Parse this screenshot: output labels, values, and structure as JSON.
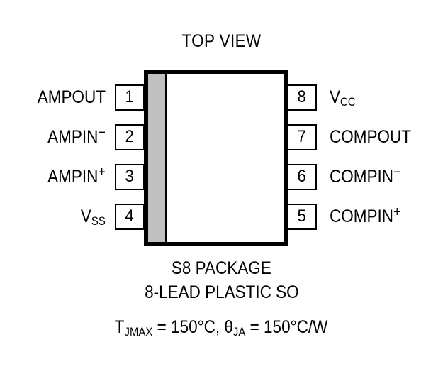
{
  "figure": {
    "view_label": "TOP VIEW",
    "package_name": "S8 PACKAGE",
    "package_description": "8-LEAD PLASTIC SO",
    "thermal": {
      "tjmax_symbol": "T",
      "tjmax_subscript": "JMAX",
      "tjmax_value": " = 150°C, ",
      "theta_symbol": "θ",
      "theta_subscript": "JA",
      "theta_value": " = 150°C/W",
      "full_text": "T_JMAX = 150°C, θ_JA = 150°C/W"
    },
    "colors": {
      "outline": "#000000",
      "pin1_band": "#C0C0C0",
      "body_fill": "#FFFFFF",
      "background": "#FFFFFF"
    },
    "pins_left": [
      {
        "number": "1",
        "name": "AMPOUT",
        "base": "AMPOUT",
        "marker": ""
      },
      {
        "number": "2",
        "name": "AMPIN−",
        "base": "AMPIN",
        "marker": "−"
      },
      {
        "number": "3",
        "name": "AMPIN+",
        "base": "AMPIN",
        "marker": "+"
      },
      {
        "number": "4",
        "name": "VSS",
        "base": "V",
        "marker": "",
        "subscript": "SS"
      }
    ],
    "pins_right": [
      {
        "number": "8",
        "name": "VCC",
        "base": "V",
        "marker": "",
        "subscript": "CC"
      },
      {
        "number": "7",
        "name": "COMPOUT",
        "base": "COMPOUT",
        "marker": ""
      },
      {
        "number": "6",
        "name": "COMPIN−",
        "base": "COMPIN",
        "marker": "−"
      },
      {
        "number": "5",
        "name": "COMPIN+",
        "base": "COMPIN",
        "marker": "+"
      }
    ]
  }
}
